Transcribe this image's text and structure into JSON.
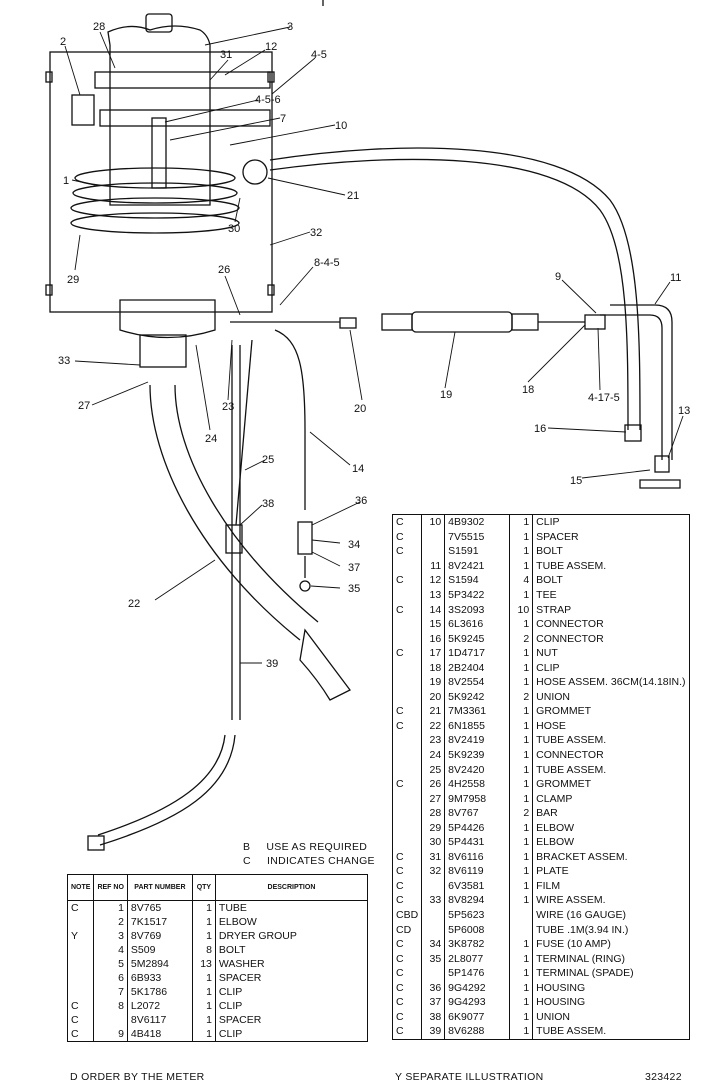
{
  "callouts": [
    "3",
    "28",
    "2",
    "31",
    "12",
    "4-5",
    "4-5-6",
    "7",
    "10",
    "1",
    "21",
    "30",
    "32",
    "29",
    "26",
    "8-4-5",
    "11",
    "9",
    "33",
    "27",
    "24",
    "23",
    "20",
    "19",
    "18",
    "4-17-5",
    "13",
    "16",
    "15",
    "14",
    "25",
    "36",
    "38",
    "34",
    "37",
    "35",
    "22",
    "39"
  ],
  "legend": {
    "b_key": "B",
    "b_text": "USE AS REQUIRED",
    "c_key": "C",
    "c_text": "INDICATES CHANGE"
  },
  "table_headers": {
    "note": "NOTE",
    "ref": "REF NO",
    "part": "PART NUMBER",
    "qty": "QTY",
    "description": "DESCRIPTION"
  },
  "left_rows": [
    {
      "note": "C",
      "ref": "1",
      "part": "8V765",
      "qty": "1",
      "desc": "TUBE"
    },
    {
      "note": "",
      "ref": "2",
      "part": "7K1517",
      "qty": "1",
      "desc": "ELBOW"
    },
    {
      "note": "Y",
      "ref": "3",
      "part": "8V769",
      "qty": "1",
      "desc": "DRYER GROUP"
    },
    {
      "note": "",
      "ref": "4",
      "part": "S509",
      "qty": "8",
      "desc": "BOLT"
    },
    {
      "note": "",
      "ref": "5",
      "part": "5M2894",
      "qty": "13",
      "desc": "WASHER"
    },
    {
      "note": "",
      "ref": "6",
      "part": "6B933",
      "qty": "1",
      "desc": "SPACER"
    },
    {
      "note": "",
      "ref": "7",
      "part": "5K1786",
      "qty": "1",
      "desc": "CLIP"
    },
    {
      "note": "C",
      "ref": "8",
      "part": "L2072",
      "qty": "1",
      "desc": "CLIP"
    },
    {
      "note": "C",
      "ref": "",
      "part": "8V6117",
      "qty": "1",
      "desc": "SPACER"
    },
    {
      "note": "C",
      "ref": "9",
      "part": "4B418",
      "qty": "1",
      "desc": "CLIP"
    }
  ],
  "right_rows": [
    {
      "note": "C",
      "ref": "10",
      "part": "4B9302",
      "qty": "1",
      "desc": "CLIP"
    },
    {
      "note": "C",
      "ref": "",
      "part": "7V5515",
      "qty": "1",
      "desc": "SPACER"
    },
    {
      "note": "C",
      "ref": "",
      "part": "S1591",
      "qty": "1",
      "desc": "BOLT"
    },
    {
      "note": "",
      "ref": "11",
      "part": "8V2421",
      "qty": "1",
      "desc": "TUBE ASSEM."
    },
    {
      "note": "C",
      "ref": "12",
      "part": "S1594",
      "qty": "4",
      "desc": "BOLT"
    },
    {
      "note": "",
      "ref": "13",
      "part": "5P3422",
      "qty": "1",
      "desc": "TEE"
    },
    {
      "note": "C",
      "ref": "14",
      "part": "3S2093",
      "qty": "10",
      "desc": "STRAP"
    },
    {
      "note": "",
      "ref": "15",
      "part": "6L3616",
      "qty": "1",
      "desc": "CONNECTOR"
    },
    {
      "note": "",
      "ref": "16",
      "part": "5K9245",
      "qty": "2",
      "desc": "CONNECTOR"
    },
    {
      "note": "C",
      "ref": "17",
      "part": "1D4717",
      "qty": "1",
      "desc": "NUT"
    },
    {
      "note": "",
      "ref": "18",
      "part": "2B2404",
      "qty": "1",
      "desc": "CLIP"
    },
    {
      "note": "",
      "ref": "19",
      "part": "8V2554",
      "qty": "1",
      "desc": "HOSE ASSEM. 36CM(14.18IN.)"
    },
    {
      "note": "",
      "ref": "20",
      "part": "5K9242",
      "qty": "2",
      "desc": "UNION"
    },
    {
      "note": "C",
      "ref": "21",
      "part": "7M3361",
      "qty": "1",
      "desc": "GROMMET"
    },
    {
      "note": "C",
      "ref": "22",
      "part": "6N1855",
      "qty": "1",
      "desc": "HOSE"
    },
    {
      "note": "",
      "ref": "23",
      "part": "8V2419",
      "qty": "1",
      "desc": "TUBE ASSEM."
    },
    {
      "note": "",
      "ref": "24",
      "part": "5K9239",
      "qty": "1",
      "desc": "CONNECTOR"
    },
    {
      "note": "",
      "ref": "25",
      "part": "8V2420",
      "qty": "1",
      "desc": "TUBE ASSEM."
    },
    {
      "note": "C",
      "ref": "26",
      "part": "4H2558",
      "qty": "1",
      "desc": "GROMMET"
    },
    {
      "note": "",
      "ref": "27",
      "part": "9M7958",
      "qty": "1",
      "desc": "CLAMP"
    },
    {
      "note": "",
      "ref": "28",
      "part": "8V767",
      "qty": "2",
      "desc": "BAR"
    },
    {
      "note": "",
      "ref": "29",
      "part": "5P4426",
      "qty": "1",
      "desc": "ELBOW"
    },
    {
      "note": "",
      "ref": "30",
      "part": "5P4431",
      "qty": "1",
      "desc": "ELBOW"
    },
    {
      "note": "C",
      "ref": "31",
      "part": "8V6116",
      "qty": "1",
      "desc": "BRACKET ASSEM."
    },
    {
      "note": "C",
      "ref": "32",
      "part": "8V6119",
      "qty": "1",
      "desc": "PLATE"
    },
    {
      "note": "C",
      "ref": "",
      "part": "6V3581",
      "qty": "1",
      "desc": "FILM"
    },
    {
      "note": "C",
      "ref": "33",
      "part": "8V8294",
      "qty": "1",
      "desc": "WIRE ASSEM."
    },
    {
      "note": "CBD",
      "ref": "",
      "part": "5P5623",
      "qty": "",
      "desc": "WIRE (16 GAUGE)"
    },
    {
      "note": "CD",
      "ref": "",
      "part": "5P6008",
      "qty": "",
      "desc": "TUBE .1M(3.94 IN.)"
    },
    {
      "note": "C",
      "ref": "34",
      "part": "3K8782",
      "qty": "1",
      "desc": "FUSE (10 AMP)"
    },
    {
      "note": "C",
      "ref": "35",
      "part": "2L8077",
      "qty": "1",
      "desc": "TERMINAL (RING)"
    },
    {
      "note": "C",
      "ref": "",
      "part": "5P1476",
      "qty": "1",
      "desc": "TERMINAL (SPADE)"
    },
    {
      "note": "C",
      "ref": "36",
      "part": "9G4292",
      "qty": "1",
      "desc": "HOUSING"
    },
    {
      "note": "C",
      "ref": "37",
      "part": "9G4293",
      "qty": "1",
      "desc": "HOUSING"
    },
    {
      "note": "C",
      "ref": "38",
      "part": "6K9077",
      "qty": "1",
      "desc": "UNION"
    },
    {
      "note": "C",
      "ref": "39",
      "part": "8V6288",
      "qty": "1",
      "desc": "TUBE ASSEM."
    }
  ],
  "footer": {
    "left": "D   ORDER BY THE METER",
    "middle": "Y   SEPARATE ILLUSTRATION",
    "right": "323422"
  }
}
